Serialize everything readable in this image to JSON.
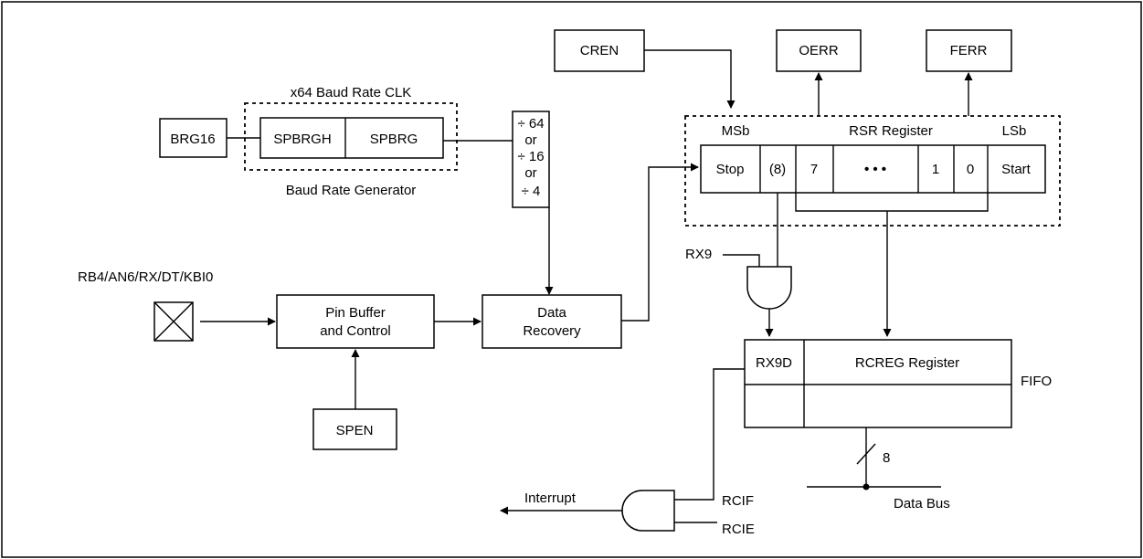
{
  "blocks": {
    "cren": "CREN",
    "oerr": "OERR",
    "ferr": "FERR",
    "brg16": "BRG16",
    "spbrgh": "SPBRGH",
    "spbrg": "SPBRG",
    "baud_clk": "x64 Baud Rate CLK",
    "baud_gen": "Baud Rate Generator",
    "divider": [
      "÷ 64",
      "or",
      "÷ 16",
      "or",
      "÷ 4"
    ],
    "pin_label": "RB4/AN6/RX/DT/KBI0",
    "pin_buffer": [
      "Pin Buffer",
      "and Control"
    ],
    "data_recovery": [
      "Data",
      "Recovery"
    ],
    "spen": "SPEN",
    "rx9": "RX9",
    "interrupt": "Interrupt",
    "rcif": "RCIF",
    "rcie": "RCIE",
    "fifo": "FIFO",
    "data_bus": "Data Bus",
    "bus_width": "8"
  },
  "rsr": {
    "msb": "MSb",
    "title": "RSR Register",
    "lsb": "LSb",
    "cells": [
      "Stop",
      "(8)",
      "7",
      "• • •",
      "1",
      "0",
      "Start"
    ]
  },
  "rcreg": {
    "rx9d": "RX9D",
    "title": "RCREG Register"
  }
}
